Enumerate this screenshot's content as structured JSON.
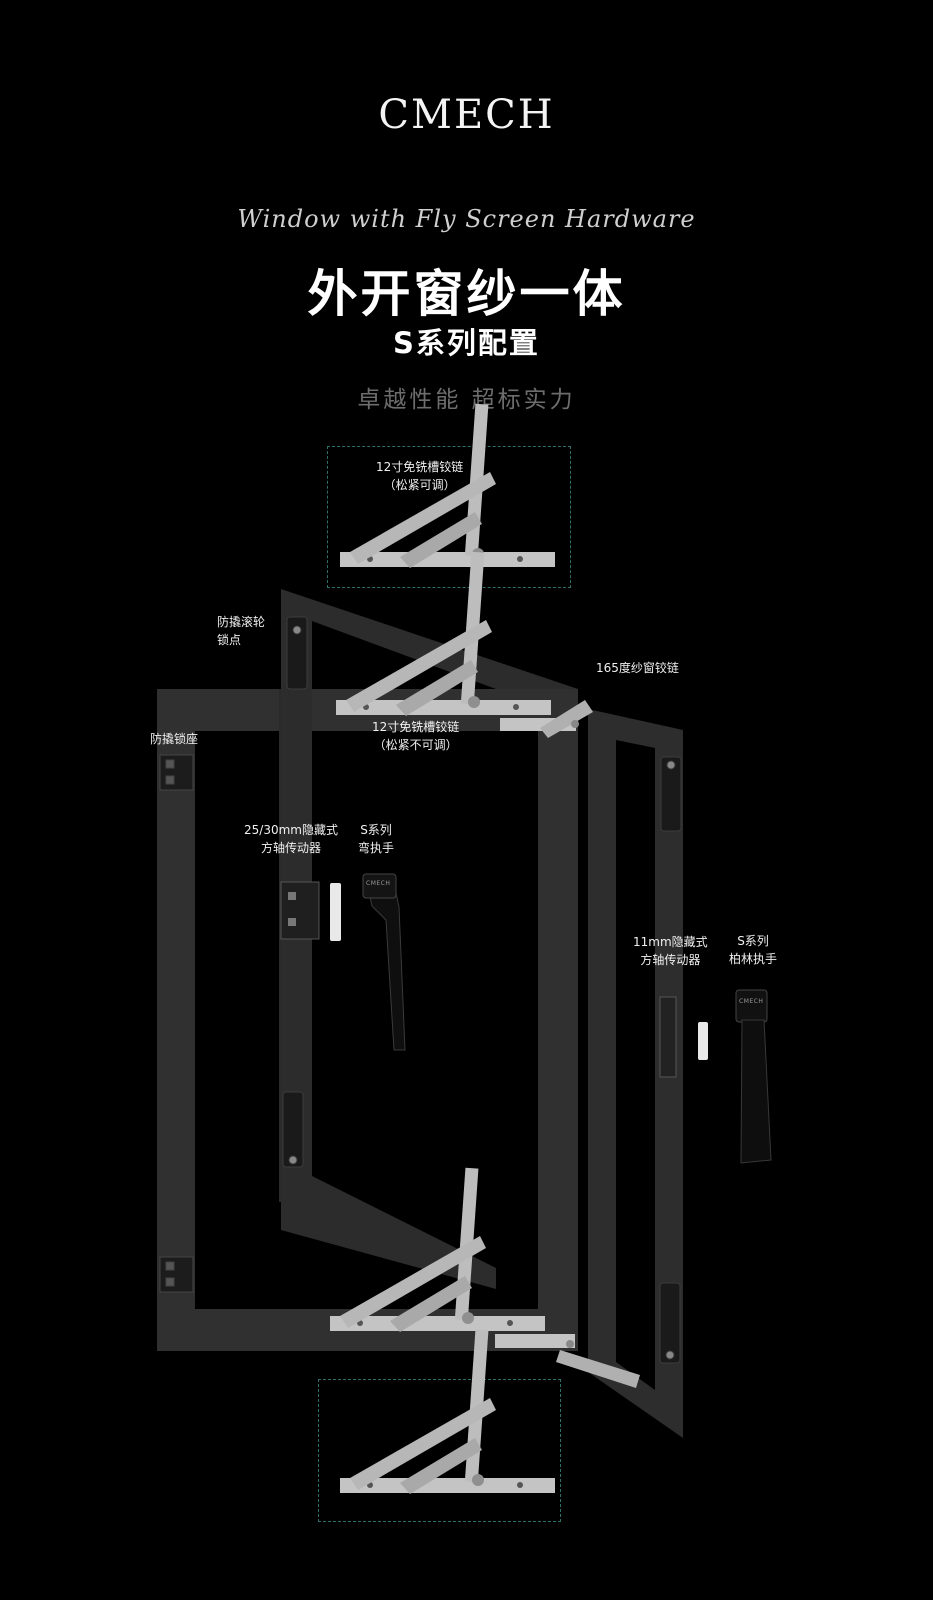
{
  "header": {
    "brand": "CMECH",
    "script_title": "Window with Fly Screen Hardware",
    "title": "外开窗纱一体",
    "subtitle": "S系列配置",
    "slogan": "卓越性能 超标实力"
  },
  "labels": {
    "top_hinge": {
      "line1": "12寸免铣槽铰链",
      "line2": "（松紧可调）"
    },
    "anti_pry_roller": {
      "line1": "防撬滚轮",
      "line2": "锁点"
    },
    "screen_hinge": {
      "line1": "165度纱窗铰链"
    },
    "main_hinge": {
      "line1": "12寸免铣槽铰链",
      "line2": "（松紧不可调）"
    },
    "anti_pry_keeper": {
      "line1": "防撬锁座"
    },
    "drive_25_30": {
      "line1": "25/30mm隐藏式",
      "line2": "方轴传动器"
    },
    "bend_handle": {
      "line1": "S系列",
      "line2": "弯执手"
    },
    "drive_11": {
      "line1": "11mm隐藏式",
      "line2": "方轴传动器"
    },
    "berlin_handle": {
      "line1": "S系列",
      "line2": "柏林执手"
    }
  },
  "handle_logo": "CMECH",
  "colors": {
    "frame": "#303030",
    "frame_inner": "#000000",
    "metal": "#c4c4c4",
    "box_border": "#2f6f6a",
    "slogan": "#6d6d6d"
  }
}
